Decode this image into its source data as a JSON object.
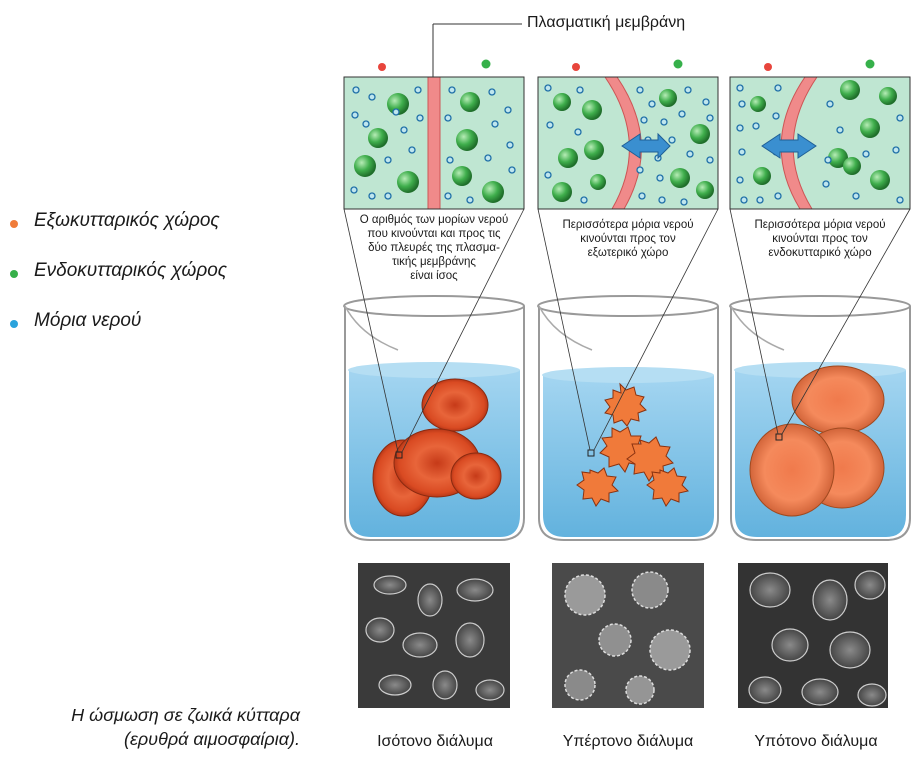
{
  "legend": [
    {
      "label": "Εξωκυτταρικός χώρος",
      "color": "#f07c3a"
    },
    {
      "label": "Ενδοκυτταρικός χώρος",
      "color": "#36b04a"
    },
    {
      "label": "Μόρια νερού",
      "color": "#2aa3dc"
    }
  ],
  "caption": {
    "line1": "Η ώσμωση σε ζωικά κύτταρα",
    "line2": "(ερυθρά αιμοσφαίρια)."
  },
  "membrane_label": "Πλασματική μεμβράνη",
  "panels": [
    {
      "note_lines": [
        "Ο αριθμός των μορίων νερού",
        "που κινούνται και προς τις",
        "δύο πλευρές της πλασμα-",
        "τικής μεμβράνης",
        "είναι ίσος"
      ],
      "solution": "Ισότονο διάλυμα"
    },
    {
      "note_lines": [
        "Περισσότερα μόρια νερού",
        "κινούνται προς τον",
        "εξωτερικό χώρο"
      ],
      "solution": "Υπέρτονο διάλυμα"
    },
    {
      "note_lines": [
        "Περισσότερα μόρια νερού",
        "κινούνται προς τον",
        "ενδοκυτταρικό χώρο"
      ],
      "solution": "Υπότονο διάλυμα"
    }
  ],
  "colors": {
    "extracellular_dot": "#f07c3a",
    "intracellular_dot": "#36b04a",
    "water": "#2aa3dc",
    "panel_bg": "#bfe6d2",
    "membrane": "#f08a8a",
    "beaker_liquid": "#8cc8ec",
    "cell": "#e4572e",
    "arrow": "#3a8fd0"
  }
}
